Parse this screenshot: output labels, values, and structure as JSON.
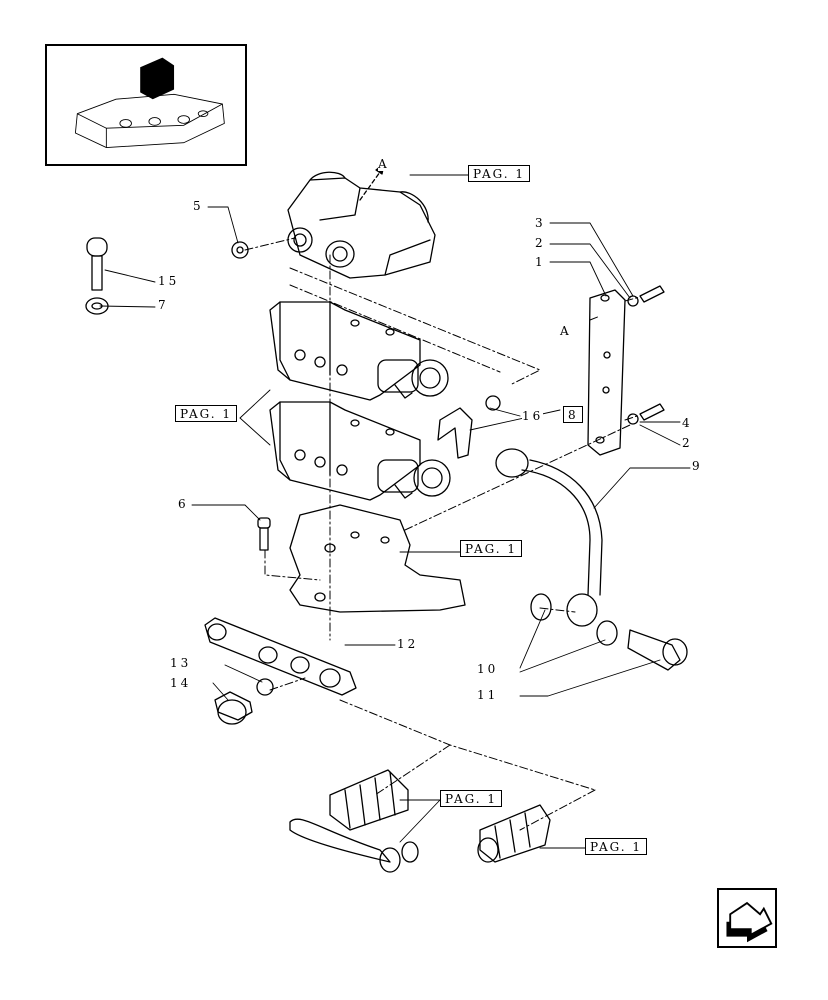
{
  "page_refs": {
    "top_valve": "PAG. 1",
    "spool_valves": "PAG. 1",
    "bottom_cover": "PAG. 1",
    "spring_left": "PAG. 1",
    "spring_right": "PAG. 1"
  },
  "box_ref": "8",
  "direction_marks": [
    "A",
    "A"
  ],
  "callouts": [
    "1",
    "2",
    "2",
    "3",
    "4",
    "5",
    "6",
    "7",
    "9",
    "10",
    "11",
    "12",
    "13",
    "14",
    "15",
    "16"
  ],
  "icons": {
    "thumbnail": "assembly-location-icon",
    "nav": "next-page-arrow-icon"
  }
}
